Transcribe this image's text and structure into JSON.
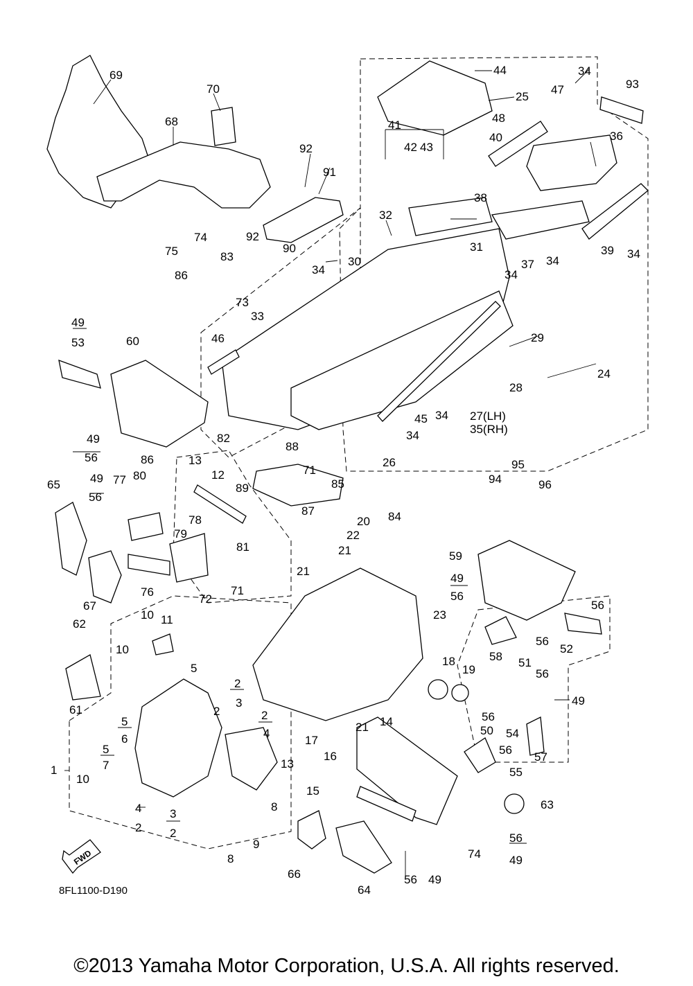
{
  "diagram_code": "8FL1100-D190",
  "fwd_label": "FWD",
  "copyright": "©2013 Yamaha Motor Corporation, U.S.A. All rights reserved.",
  "callouts": [
    "1",
    "2",
    "3",
    "4",
    "5",
    "6",
    "7",
    "8",
    "9",
    "10",
    "11",
    "12",
    "13",
    "14",
    "15",
    "16",
    "17",
    "18",
    "19",
    "20",
    "21",
    "22",
    "23",
    "24",
    "25",
    "26",
    "27(LH)",
    "28",
    "29",
    "30",
    "31",
    "32",
    "33",
    "34",
    "35(RH)",
    "36",
    "37",
    "38",
    "39",
    "40",
    "41",
    "42",
    "43",
    "44",
    "45",
    "46",
    "47",
    "48",
    "49",
    "50",
    "51",
    "52",
    "53",
    "54",
    "55",
    "56",
    "57",
    "58",
    "59",
    "60",
    "61",
    "62",
    "63",
    "64",
    "65",
    "66",
    "67",
    "68",
    "69",
    "70",
    "71",
    "72",
    "73",
    "74",
    "75",
    "76",
    "77",
    "78",
    "79",
    "80",
    "81",
    "82",
    "83",
    "84",
    "85",
    "86",
    "87",
    "88",
    "89",
    "90",
    "91",
    "92",
    "93",
    "94",
    "95",
    "96"
  ]
}
